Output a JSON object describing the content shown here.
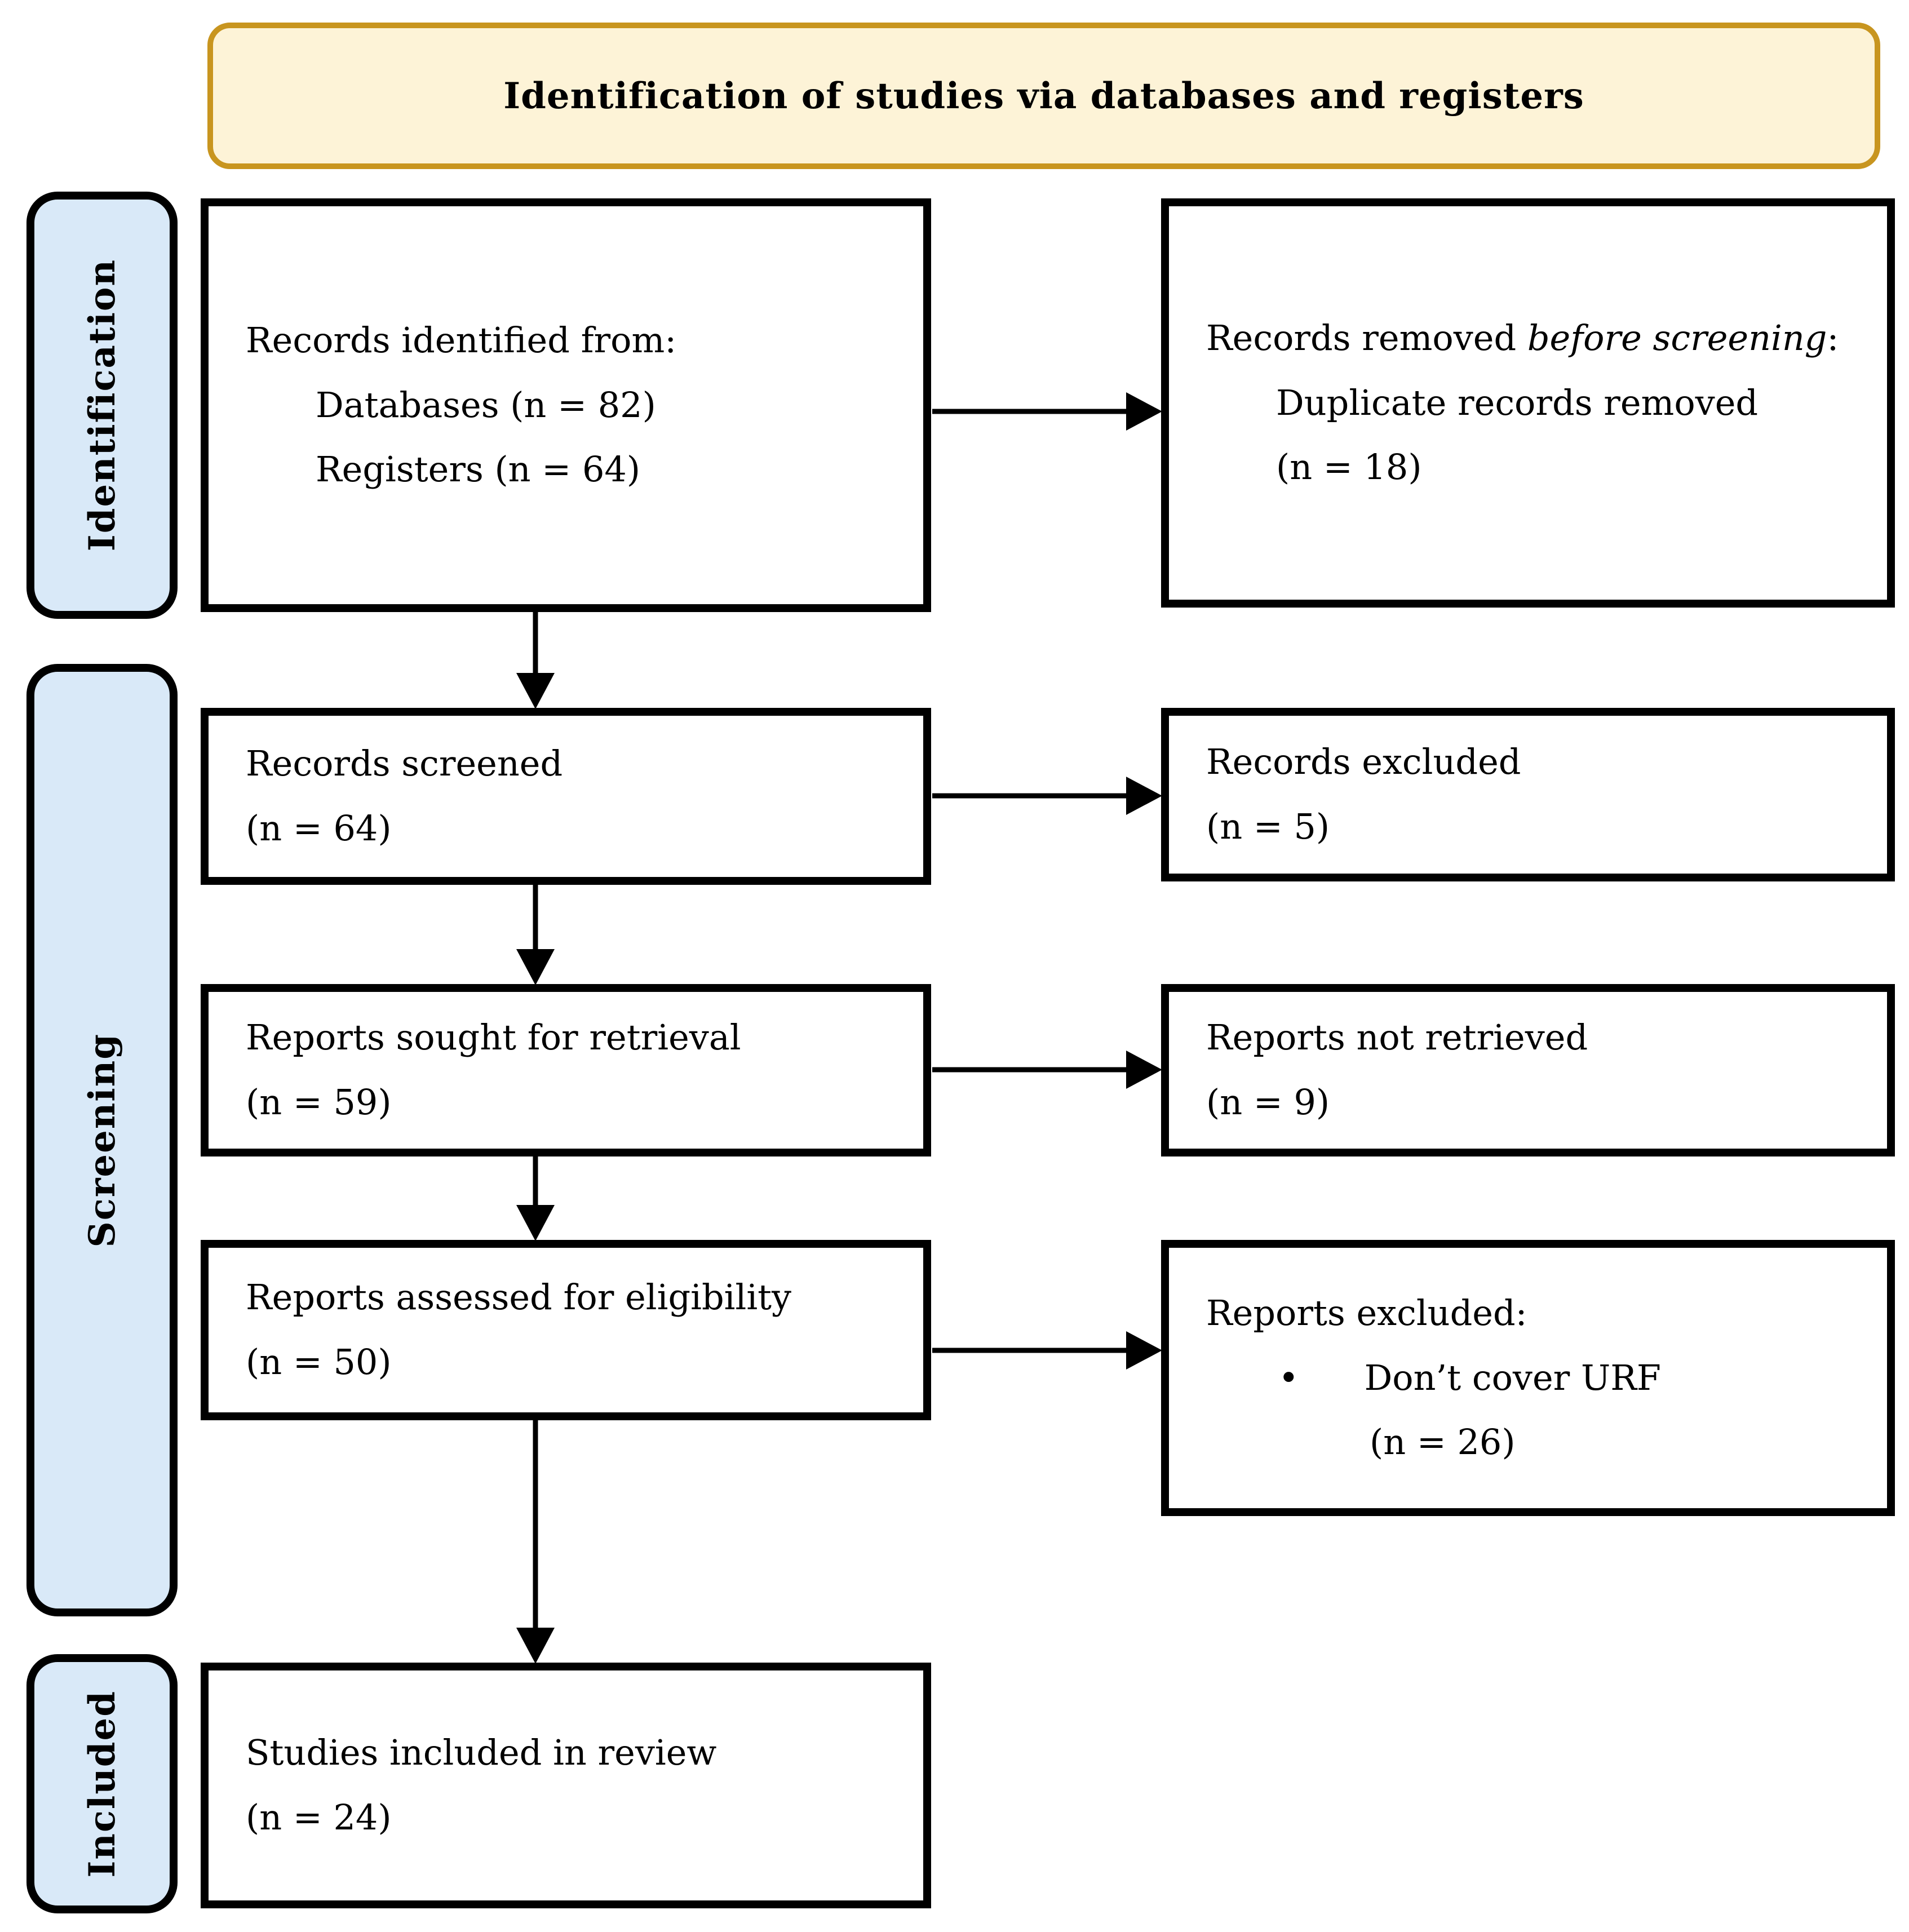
{
  "banner": {
    "title": "Identification of studies via databases and registers"
  },
  "stages": [
    {
      "label": "Identification"
    },
    {
      "label": "Screening"
    },
    {
      "label": "Included"
    }
  ],
  "boxes": {
    "records_identified": {
      "heading": "Records identified from:",
      "items": [
        "Databases (n = 82)",
        "Registers (n = 64)"
      ]
    },
    "records_removed": {
      "heading_prefix": "Records removed ",
      "heading_italic": "before screening",
      "heading_suffix": ":",
      "detail": "Duplicate records removed",
      "count": "(n = 18)"
    },
    "records_screened": {
      "heading": "Records screened",
      "count": "(n = 64)"
    },
    "records_excluded": {
      "heading": "Records excluded",
      "count": "(n = 5)"
    },
    "reports_sought": {
      "heading": "Reports sought for retrieval",
      "count": "(n = 59)"
    },
    "reports_not_retrieved": {
      "heading": "Reports not retrieved",
      "count": "(n = 9)"
    },
    "reports_assessed": {
      "heading": "Reports assessed for eligibility",
      "count": "(n = 50)"
    },
    "reports_excluded": {
      "heading": "Reports excluded:",
      "bullet_glyph": "•",
      "reason": "Don’t cover URF",
      "count": "(n = 26)"
    },
    "studies_included": {
      "heading": "Studies included in review",
      "count": "(n = 24)"
    }
  },
  "colors": {
    "banner_fill": "#FDF3D7",
    "banner_border": "#C8951F",
    "stage_fill": "#D9E9F8",
    "box_border": "#000000"
  }
}
